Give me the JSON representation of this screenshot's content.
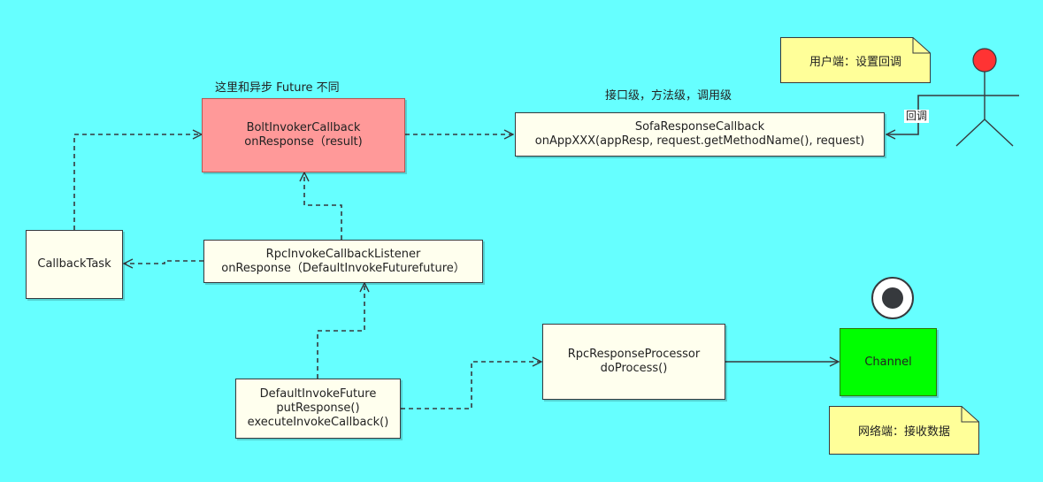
{
  "labels": {
    "async_diff": "这里和异步 Future 不同",
    "levels": "接口级，方法级，调用级"
  },
  "nodes": {
    "bolt_callback": {
      "line1": "BoltInvokerCallback",
      "line2": "onResponse（result)"
    },
    "sofa_callback": {
      "line1": "SofaResponseCallback",
      "line2": "onAppXXX(appResp, request.getMethodName(), request)"
    },
    "callback_task": {
      "line1": "CallbackTask"
    },
    "rpc_listener": {
      "line1": "RpcInvokeCallbackListener",
      "line2": "onResponse（DefaultInvokeFuturefuture）"
    },
    "default_future": {
      "line1": "DefaultInvokeFuture",
      "line2": "putResponse()",
      "line3": "executeInvokeCallback()"
    },
    "rpc_processor": {
      "line1": "RpcResponseProcessor",
      "line2": "doProcess()"
    },
    "channel": {
      "line1": "Channel"
    }
  },
  "notes": {
    "user_side": "用户端：设置回调",
    "network_side": "网络端：接收数据"
  },
  "edges": {
    "callback_label": "回调"
  },
  "colors": {
    "background": "#66ffff",
    "node_fill": "#ffffee",
    "highlight": "#ff9999",
    "channel": "#00ff00",
    "note": "#ffff99",
    "actor_head": "#ff3333"
  }
}
